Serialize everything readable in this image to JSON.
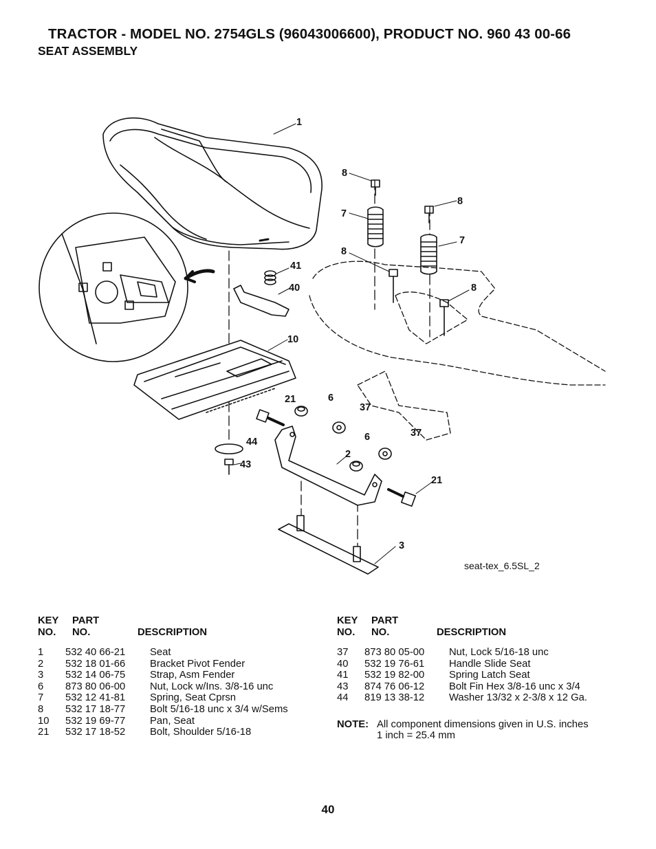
{
  "header": {
    "title": "TRACTOR - MODEL NO. 2754GLS (96043006600), PRODUCT NO. 960 43 00-66",
    "subtitle": "SEAT ASSEMBLY"
  },
  "diagram": {
    "figure_id": "seat-tex_6.5SL_2",
    "callouts": [
      "1",
      "8",
      "8",
      "7",
      "7",
      "8",
      "8",
      "41",
      "40",
      "10",
      "21",
      "6",
      "37",
      "6",
      "37",
      "44",
      "2",
      "43",
      "21",
      "3"
    ]
  },
  "parts_table": {
    "headers": {
      "key_top": "KEY",
      "key_bottom": "NO.",
      "part_top": "PART",
      "part_bottom": "NO.",
      "description": "DESCRIPTION"
    },
    "left": [
      {
        "key": "1",
        "part": "532 40 66-21",
        "desc": "Seat"
      },
      {
        "key": "2",
        "part": "532 18 01-66",
        "desc": "Bracket Pivot Fender"
      },
      {
        "key": "3",
        "part": "532 14 06-75",
        "desc": "Strap, Asm Fender"
      },
      {
        "key": "6",
        "part": "873 80 06-00",
        "desc": "Nut, Lock w/Ins. 3/8-16 unc"
      },
      {
        "key": "7",
        "part": "532 12 41-81",
        "desc": "Spring, Seat Cprsn"
      },
      {
        "key": "8",
        "part": "532 17 18-77",
        "desc": "Bolt 5/16-18 unc x 3/4 w/Sems"
      },
      {
        "key": "10",
        "part": "532 19 69-77",
        "desc": "Pan, Seat"
      },
      {
        "key": "21",
        "part": "532 17 18-52",
        "desc": "Bolt, Shoulder 5/16-18"
      }
    ],
    "right": [
      {
        "key": "37",
        "part": "873 80 05-00",
        "desc": "Nut, Lock 5/16-18 unc"
      },
      {
        "key": "40",
        "part": "532 19 76-61",
        "desc": "Handle Slide Seat"
      },
      {
        "key": "41",
        "part": "532 19 82-00",
        "desc": "Spring Latch Seat"
      },
      {
        "key": "43",
        "part": "874 76 06-12",
        "desc": "Bolt Fin Hex 3/8-16 unc x 3/4"
      },
      {
        "key": "44",
        "part": "819 13 38-12",
        "desc": "Washer 13/32 x 2-3/8 x 12 Ga."
      }
    ]
  },
  "note": {
    "label": "NOTE:",
    "line1": "All component dimensions given in U.S. inches",
    "line2": "1 inch = 25.4 mm"
  },
  "page_number": "40"
}
